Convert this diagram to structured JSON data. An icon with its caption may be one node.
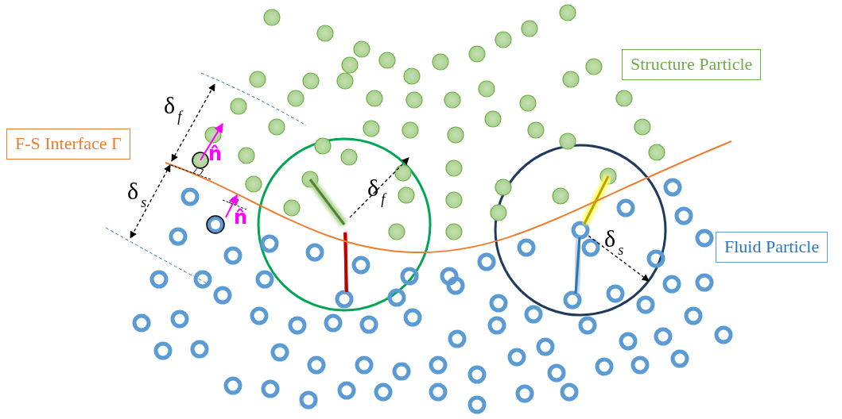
{
  "diagram": {
    "nodes": [
      {
        "text": [
          "Structure Particle"
        ]
      },
      {
        "text": [
          "F-S Interface Γ"
        ]
      },
      {
        "text": [
          "Fluid Particle"
        ]
      }
    ],
    "labels": [
      "δ$_{f}$",
      "n̂",
      "δ$_{f}$",
      "δ$_{s}$",
      "n̂",
      "δ$_{s}$"
    ]
  }
}
